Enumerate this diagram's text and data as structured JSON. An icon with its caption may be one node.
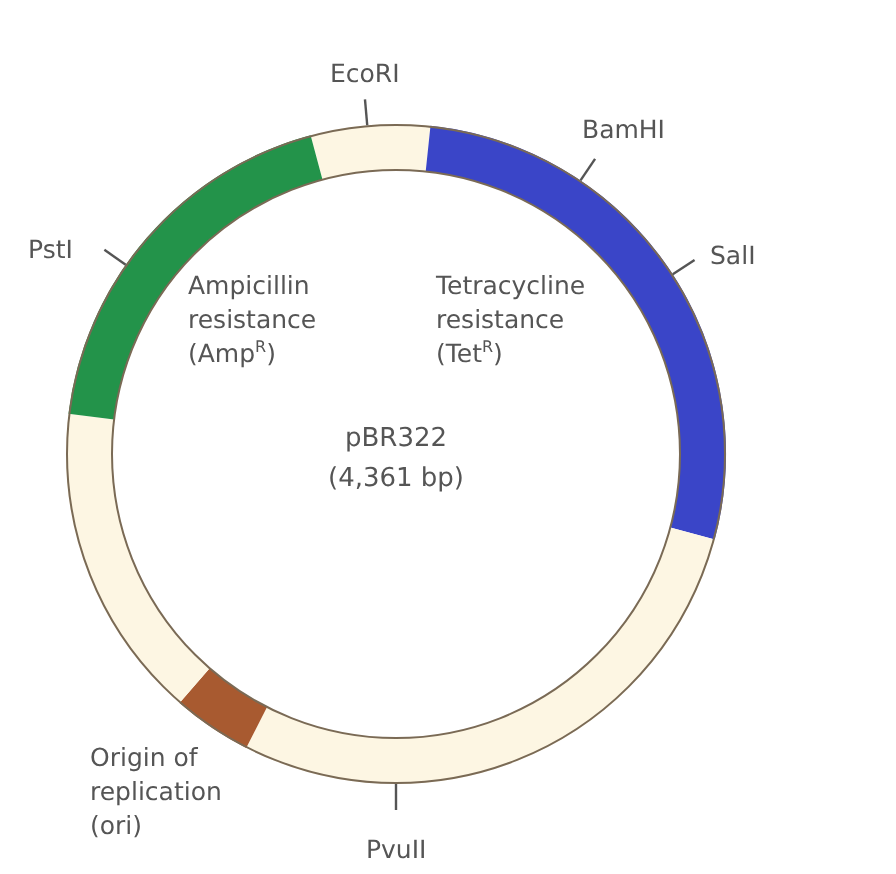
{
  "diagram": {
    "nodes": [
      {
        "text": [
          "pBR322",
          "(4,361 bp)"
        ]
      },
      {
        "text": [
          "EcoRI"
        ]
      },
      {
        "text": [
          "BamHI"
        ]
      },
      {
        "text": [
          "SalI"
        ]
      },
      {
        "text": [
          "PstI"
        ]
      },
      {
        "text": [
          "PvuII"
        ]
      }
    ],
    "edges": [
      {
        "from": 1,
        "to": 0,
        "arrow": "none"
      },
      {
        "from": 2,
        "to": 0,
        "arrow": "none"
      },
      {
        "from": 3,
        "to": 0,
        "arrow": "none"
      },
      {
        "from": 4,
        "to": 0,
        "arrow": "none"
      },
      {
        "from": 5,
        "to": 0,
        "arrow": "none"
      }
    ],
    "labels": [
      "Ampicillin resistance (Amp$^{R}$)",
      "Tetracycline resistance (Tet$^{R}$)",
      "Origin of replication (ori)"
    ]
  }
}
